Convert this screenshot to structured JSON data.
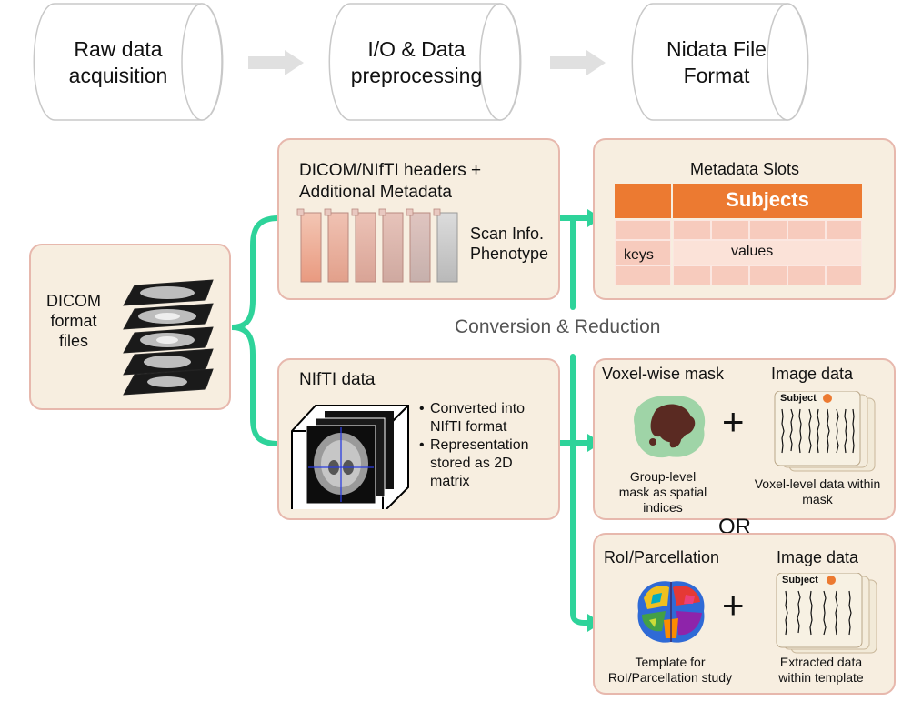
{
  "stages": [
    {
      "label_line1": "Raw data",
      "label_line2": "acquisition"
    },
    {
      "label_line1": "I/O & Data",
      "label_line2": "preprocessing"
    },
    {
      "label_line1": "Nidata File",
      "label_line2": "Format"
    }
  ],
  "dicom_files": {
    "line1": "DICOM",
    "line2": "format",
    "line3": "files"
  },
  "headers_box": {
    "title_line1": "DICOM/NIfTI headers +",
    "title_line2": "Additional Metadata",
    "side_line1": "Scan Info.",
    "side_line2": "Phenotype"
  },
  "nifti_box": {
    "title": "NIfTI data",
    "bullet1_line1": "Converted into",
    "bullet1_line2": "NIfTI format",
    "bullet2_line1": "Representation",
    "bullet2_line2": "stored as 2D",
    "bullet2_line3": "matrix"
  },
  "metadata_slots": {
    "title": "Metadata Slots",
    "subjects": "Subjects",
    "keys": "keys",
    "values": "values"
  },
  "conversion_label": "Conversion & Reduction",
  "voxel_box": {
    "title": "Voxel-wise mask",
    "image_title": "Image data",
    "subject_tag": "Subject",
    "mask_caption_line1": "Group-level",
    "mask_caption_line2": "mask as spatial",
    "mask_caption_line3": "indices",
    "data_caption_line1": "Voxel-level data within",
    "data_caption_line2": "mask",
    "plus": "+"
  },
  "or_label": "OR",
  "roi_box": {
    "title": "RoI/Parcellation",
    "image_title": "Image data",
    "subject_tag": "Subject",
    "template_caption_line1": "Template for",
    "template_caption_line2": "RoI/Parcellation study",
    "data_caption_line1": "Extracted data",
    "data_caption_line2": "within template",
    "plus": "+"
  },
  "colors": {
    "box_fill": "#f7eee0",
    "box_border": "#e7b8ad",
    "connector": "#2ed39a",
    "accent": "#ec7a31"
  }
}
